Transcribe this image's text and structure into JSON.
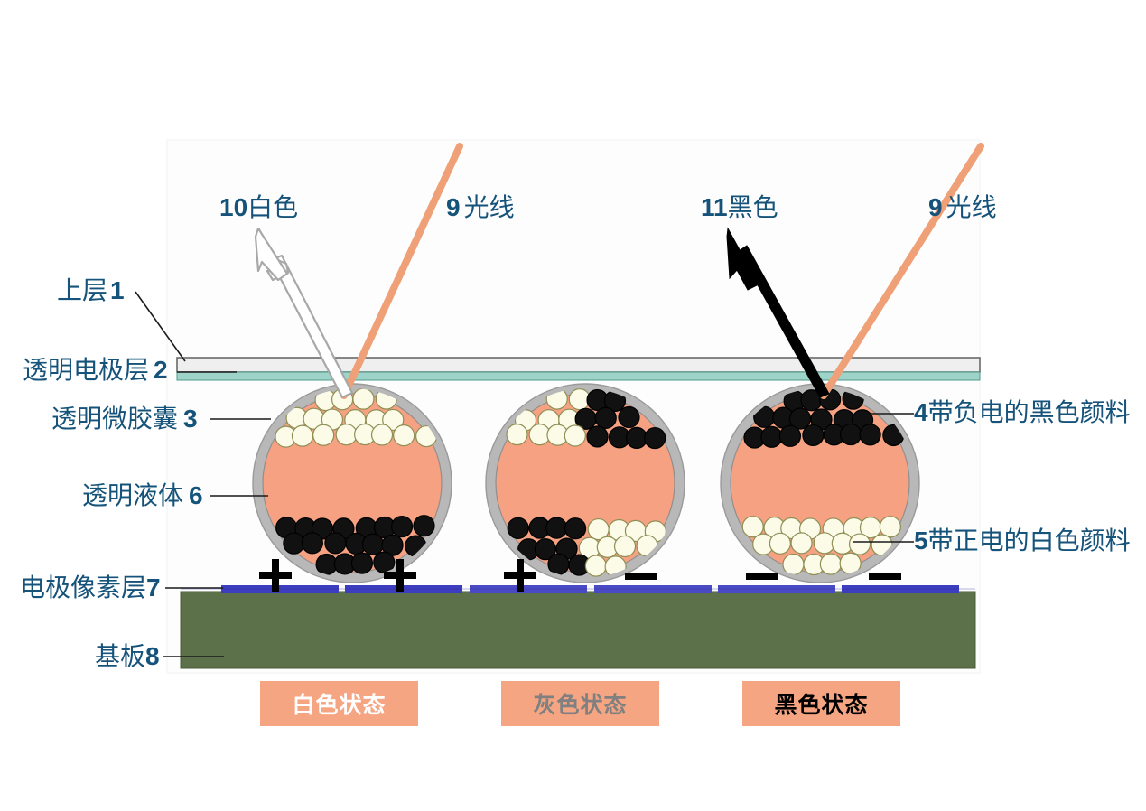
{
  "figure": {
    "title_text": "",
    "type": "electrophoretic-display-cross-section",
    "background_color": "#ffffff",
    "panel_background": "#fdfdfd",
    "label_color": "#15537a"
  },
  "callouts": {
    "left": [
      {
        "id": "1",
        "num": "1",
        "text": "上层",
        "order": "text-then-num"
      },
      {
        "id": "2",
        "num": "2",
        "text": "透明电极层",
        "order": "text-then-num"
      },
      {
        "id": "3",
        "num": "3",
        "text": "透明微胶囊",
        "order": "text-then-num"
      },
      {
        "id": "6",
        "num": "6",
        "text": "透明液体",
        "order": "text-then-num"
      },
      {
        "id": "7",
        "num": "7",
        "text": "电极像素层",
        "order": "text-then-num"
      },
      {
        "id": "8",
        "num": "8",
        "text": "基板",
        "order": "text-then-num"
      }
    ],
    "right": [
      {
        "id": "4",
        "num": "4",
        "text": "带负电的黑色颜料",
        "order": "num-then-text"
      },
      {
        "id": "5",
        "num": "5",
        "text": "带正电的白色颜料",
        "order": "num-then-text"
      }
    ],
    "top": [
      {
        "id": "10",
        "num": "10",
        "text": "白色",
        "order": "num-then-text"
      },
      {
        "id": "9a",
        "num": "9",
        "text": "光线",
        "order": "num-then-text"
      },
      {
        "id": "11",
        "num": "11",
        "text": "黑色",
        "order": "num-then-text"
      },
      {
        "id": "9b",
        "num": "9",
        "text": "光线",
        "order": "num-then-text"
      }
    ]
  },
  "states": [
    {
      "label": "白色状态",
      "text_color": "#ffffff",
      "box_color": "#F6A582"
    },
    {
      "label": "灰色状态",
      "text_color": "#808080",
      "box_color": "#F6A582"
    },
    {
      "label": "黑色状态",
      "text_color": "#000000",
      "box_color": "#F6A582"
    }
  ],
  "electrodes": {
    "signs": [
      "+",
      "+",
      "+",
      "−",
      "−",
      "−"
    ],
    "bar_color": "#3d3dbf",
    "substrate_color": "#5c7049"
  },
  "colors": {
    "liquid": "#F6A182",
    "capsule_shell": "#b8b8b8",
    "black_pigment": "#111111",
    "white_pigment": "#fbfbe8",
    "light_ray": "#EFA077",
    "top_layer": "#eeeeee",
    "electrode_layer": "#9dd3c8",
    "label_blue": "#15537a"
  }
}
